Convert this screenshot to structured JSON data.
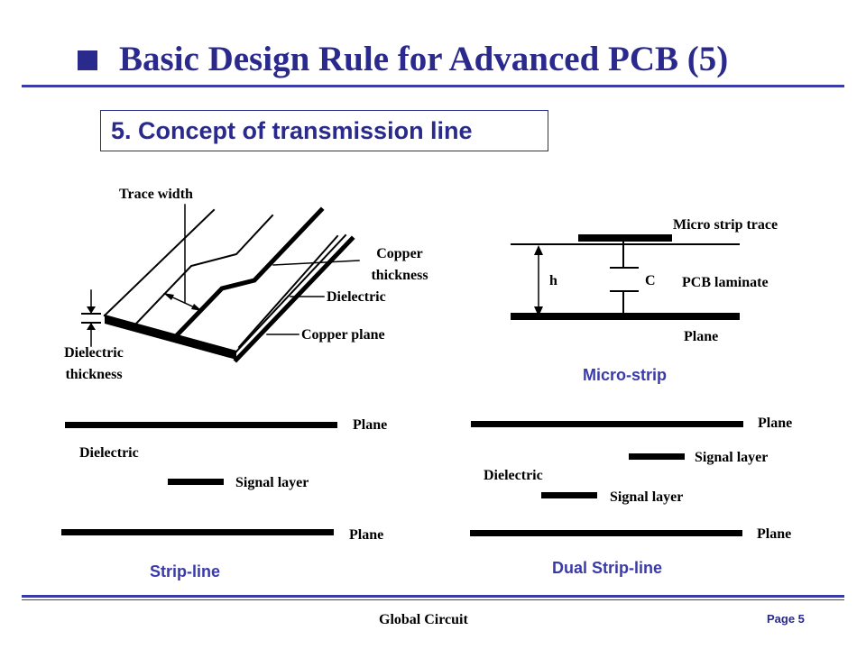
{
  "header": {
    "title": "Basic Design Rule for Advanced PCB (5)",
    "subtitle": "5. Concept of transmission line"
  },
  "trace_diagram": {
    "trace_width": "Trace width",
    "copper_thickness_line1": "Copper",
    "copper_thickness_line2": "thickness",
    "dielectric": "Dielectric",
    "copper_plane": "Copper plane",
    "dielectric_thickness_line1": "Dielectric",
    "dielectric_thickness_line2": "thickness"
  },
  "micro_strip": {
    "trace_label": "Micro strip trace",
    "h_label": "h",
    "c_label": "C",
    "laminate_label": "PCB laminate",
    "plane_label": "Plane",
    "caption": "Micro-strip"
  },
  "strip_line": {
    "plane_top": "Plane",
    "dielectric": "Dielectric",
    "signal_layer": "Signal layer",
    "plane_bottom": "Plane",
    "caption": "Strip-line"
  },
  "dual_strip_line": {
    "plane_top": "Plane",
    "signal_layer_1": "Signal layer",
    "dielectric": "Dielectric",
    "signal_layer_2": "Signal layer",
    "plane_bottom": "Plane",
    "caption": "Dual Strip-line"
  },
  "footer": {
    "company": "Global  Circuit",
    "page": "Page 5"
  },
  "colors": {
    "accent": "#2a2a8c",
    "caption": "#3a3aa8",
    "ink": "#000000"
  }
}
